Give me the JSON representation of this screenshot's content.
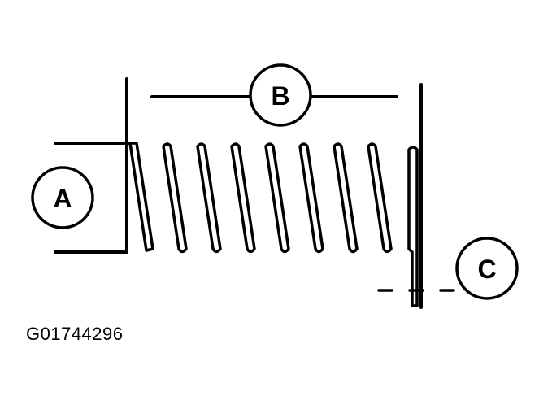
{
  "callouts": {
    "a": "A",
    "b": "B",
    "c": "C"
  },
  "figure_id": "G01744296",
  "colors": {
    "ink": "#000000",
    "background": "#ffffff"
  }
}
